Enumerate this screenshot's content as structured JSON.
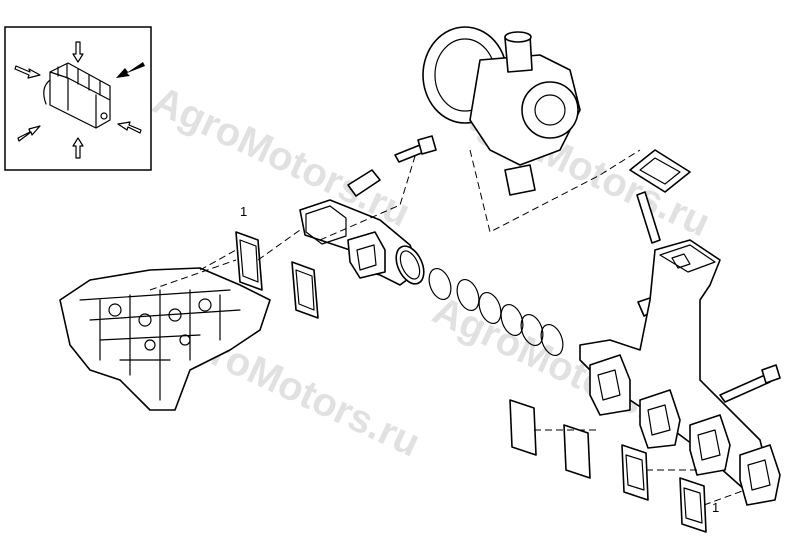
{
  "diagram": {
    "callouts": [
      {
        "id": "gasket-left",
        "label": "1"
      },
      {
        "id": "gasket-right",
        "label": "1"
      }
    ],
    "watermark": "AgroMotors.ru",
    "colors": {
      "line": "#000000",
      "watermark": "#d8d8d8",
      "background": "#ffffff"
    }
  }
}
